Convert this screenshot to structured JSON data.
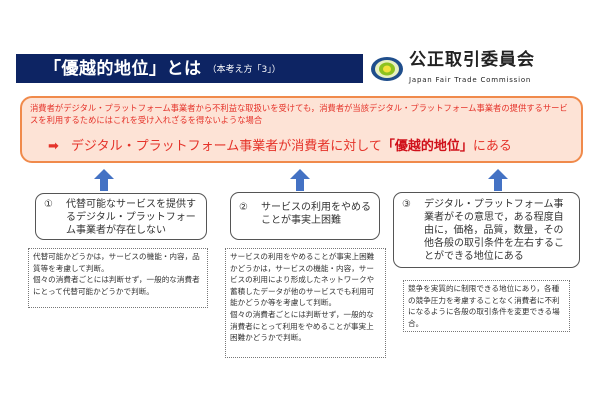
{
  "header": {
    "title": "「優越的地位」とは",
    "subtitle": "（本考え方「3」）"
  },
  "logo": {
    "name_jp": "公正取引委員会",
    "name_en": "Japan Fair Trade Commission"
  },
  "condition": {
    "description": "消費者がデジタル・プラットフォーム事業者から不利益な取扱いを受けても，消費者が当該デジタル・プラットフォーム事業者の提供するサービスを利用するためにはこれを受け入れざるを得ないような場合",
    "arrow": "➡",
    "conclusion_pre": "デジタル・プラットフォーム事業者が消費者に対して",
    "conclusion_em": "「優越的地位」",
    "conclusion_post": "にある"
  },
  "accent": {
    "navy": "#0d2463",
    "orange": "#f08a4b",
    "red": "#e5332a",
    "arrow": "#4472c4"
  },
  "factors": [
    {
      "num": "①",
      "text": "代替可能なサービスを提供するデジタル・プラットフォーム事業者が存在しない",
      "note": "代替可能かどうかは，サービスの機能・内容，品質等を考慮して判断。\n個々の消費者ごとには判断せず，一般的な消費者にとって代替可能かどうかで判断。"
    },
    {
      "num": "②",
      "text": "サービスの利用をやめることが事実上困難",
      "note": "サービスの利用をやめることが事実上困難かどうかは，サービスの機能・内容，サービスの利用により形成したネットワークや蓄積したデータが他のサービスでも利用可能かどうか等を考慮して判断。\n個々の消費者ごとには判断せず，一般的な消費者にとって利用をやめることが事実上困難かどうかで判断。"
    },
    {
      "num": "③",
      "text": "デジタル・プラットフォーム事業者がその意思で，ある程度自由に，価格，品質，数量，その他各般の取引条件を左右することができる地位にある",
      "note": "競争を実質的に制限できる地位にあり，各種の競争圧力を考慮することなく消費者に不利になるように各般の取引条件を変更できる場合。"
    }
  ]
}
